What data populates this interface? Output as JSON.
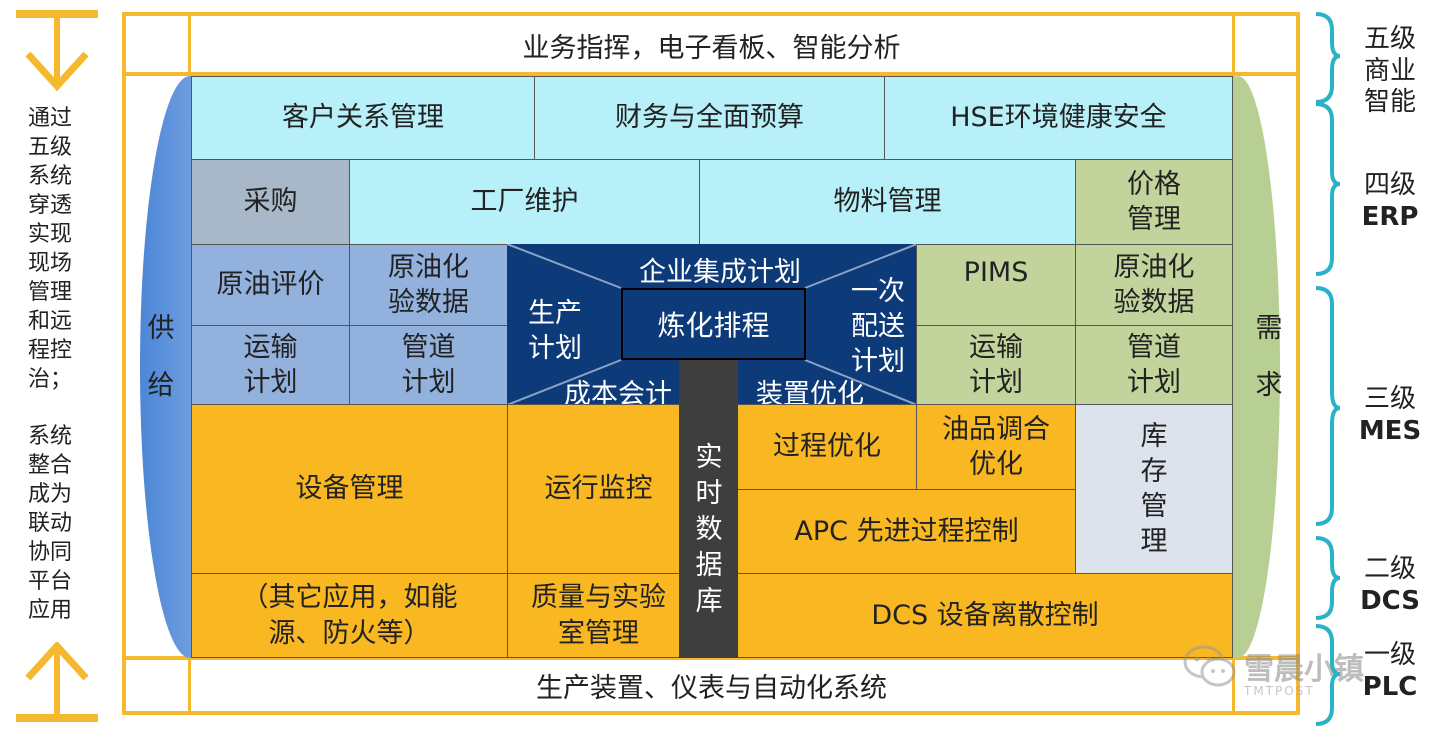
{
  "left_notes": {
    "note1": "通过五级系统穿透实现现场管理和远程控治；",
    "note2": "系统整合成为联动协同平台应用"
  },
  "top_bar": "业务指挥，电子看板、智能分析",
  "bottom_bar": "生产装置、仪表与自动化系统",
  "supply": "供给",
  "demand": "需求",
  "erp_row1": [
    "客户关系管理",
    "财务与全面预算",
    "HSE环境健康安全"
  ],
  "erp_row2": {
    "purchase": "采购",
    "maintenance": "工厂维护",
    "material": "物料管理",
    "pricing": "价格管理"
  },
  "mes_left": {
    "crude_eval": "原油评价",
    "crude_assay": "原油化验数据",
    "transport": "运输计划",
    "pipeline": "管道计划"
  },
  "mes_center": {
    "enterprise_plan": "企业集成计划",
    "production_plan": "生产计划",
    "scheduling": "炼化排程",
    "primary_dispatch": "一次配送计划",
    "cost_accounting": "成本会计",
    "unit_optimization": "装置优化"
  },
  "mes_right": {
    "pims": "PIMS",
    "crude_assay": "原油化验数据",
    "transport": "运输计划",
    "pipeline": "管道计划"
  },
  "lower": {
    "equipment": "设备管理",
    "monitoring": "运行监控",
    "realtime_db": "实时数据库",
    "process_opt": "过程优化",
    "blending": "油品调合优化",
    "inventory": "库存管理",
    "apc": "APC 先进过程控制",
    "other_apps": "（其它应用，如能源、防火等）",
    "quality_lab": "质量与实验室管理",
    "dcs": "DCS 设备离散控制"
  },
  "levels": [
    {
      "name": "五级",
      "sub": "商业智能"
    },
    {
      "name": "四级",
      "sub": "ERP"
    },
    {
      "name": "三级",
      "sub": "MES"
    },
    {
      "name": "二级",
      "sub": "DCS"
    },
    {
      "name": "一级",
      "sub": "PLC"
    }
  ],
  "watermark": {
    "text": "雪晨小镇",
    "sub": "TMTPOST"
  },
  "colors": {
    "border_gold": "#f5b82e",
    "cyan": "#b7f0f8",
    "navy": "#0d3a78",
    "orange": "#f9b822",
    "green": "#c2d49c",
    "blue": "#93b1dd",
    "bracket": "#2ab3c8"
  }
}
